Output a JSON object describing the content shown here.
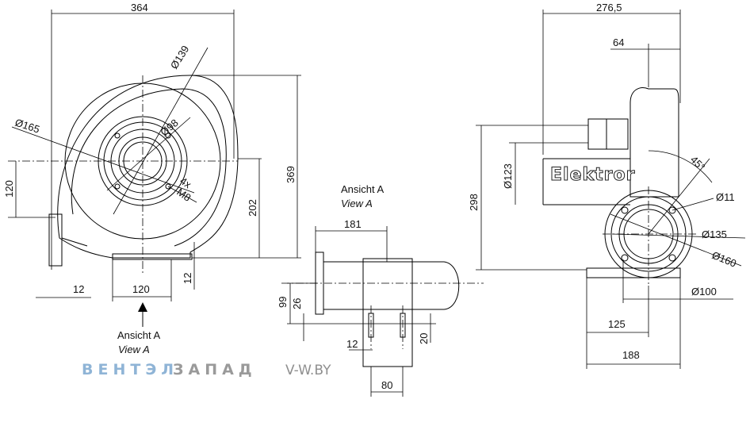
{
  "dimensions": {
    "front": {
      "width_top": "364",
      "d139": "Ø139",
      "d165": "Ø165",
      "d98": "Ø98",
      "bolts_count": "4x",
      "bolts_thread": "M8",
      "height_369": "369",
      "height_202": "202",
      "height_120": "120",
      "foot_12": "12",
      "outlet_120": "120",
      "outlet_12": "12"
    },
    "view_a": {
      "width_181": "181",
      "height_99": "99",
      "height_26": "26",
      "hole_12": "12",
      "depth_20": "20",
      "width_80": "80"
    },
    "side": {
      "width_276": "276,5",
      "width_64": "64",
      "angle": "45°",
      "hole_d11": "Ø11",
      "d135": "Ø135",
      "d160": "Ø160",
      "d123": "Ø123",
      "height_298": "298",
      "d100": "Ø100",
      "base_125": "125",
      "base_188": "188"
    }
  },
  "labels": {
    "ansicht_a_top": "Ansicht A",
    "view_a_top": "View A",
    "ansicht_a_bottom": "Ansicht A",
    "view_a_bottom": "View A",
    "logo": "Elektror"
  },
  "watermark": {
    "brand_part1": "ВЕНТЭЛ",
    "brand_part2": "ЗАПАД",
    "site": "V-W.BY",
    "color_part1": "#8fb4d6",
    "color_part2": "#9a9a9a"
  }
}
